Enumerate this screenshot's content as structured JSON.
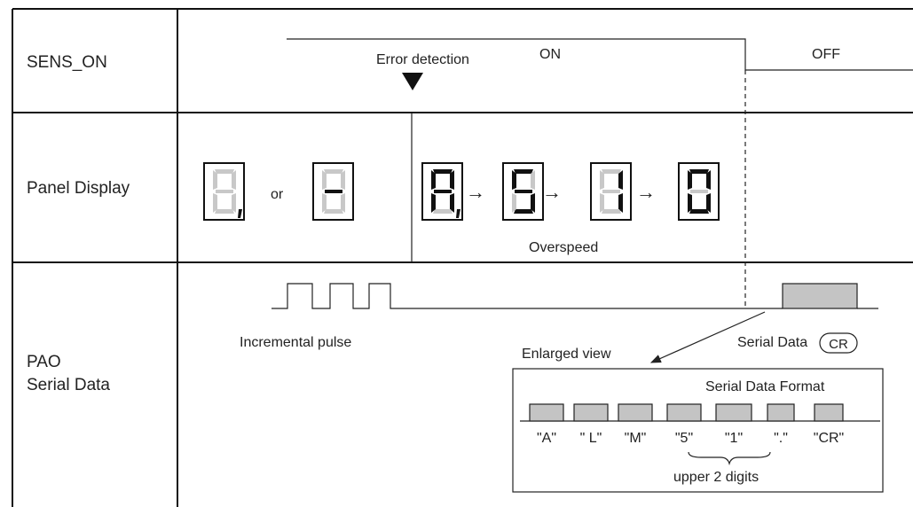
{
  "rows": {
    "sens_on": "SENS_ON",
    "panel_display": "Panel Display",
    "pao_line1": "PAO",
    "pao_line2": "Serial Data"
  },
  "sens_on_row": {
    "error_detection": "Error detection",
    "on": "ON",
    "off": "OFF"
  },
  "panel_row": {
    "or": "or",
    "overspeed": "Overspeed",
    "arrow": "→",
    "digits": [
      {
        "char": "blank-dot",
        "segments": "",
        "dot": true
      },
      {
        "char": "minus",
        "segments": "g",
        "dot": false
      },
      {
        "char": "A",
        "segments": "abcefg",
        "dot": true
      },
      {
        "char": "5",
        "segments": "acdfg",
        "dot": false
      },
      {
        "char": "1",
        "segments": "bc",
        "dot": false
      },
      {
        "char": "0",
        "segments": "abcdef",
        "dot": false
      }
    ]
  },
  "pao_row": {
    "incremental_pulse": "Incremental pulse",
    "serial_data": "Serial Data",
    "cr_symbol": "CR",
    "enlarged_view": "Enlarged view",
    "format_title": "Serial Data Format",
    "format_chars": [
      "\"A\"",
      "\" L\"",
      "\"M\"",
      "\"5\"",
      "\"1\"",
      "\".\"",
      "\"CR\""
    ],
    "upper_digits": "upper 2 digits"
  }
}
